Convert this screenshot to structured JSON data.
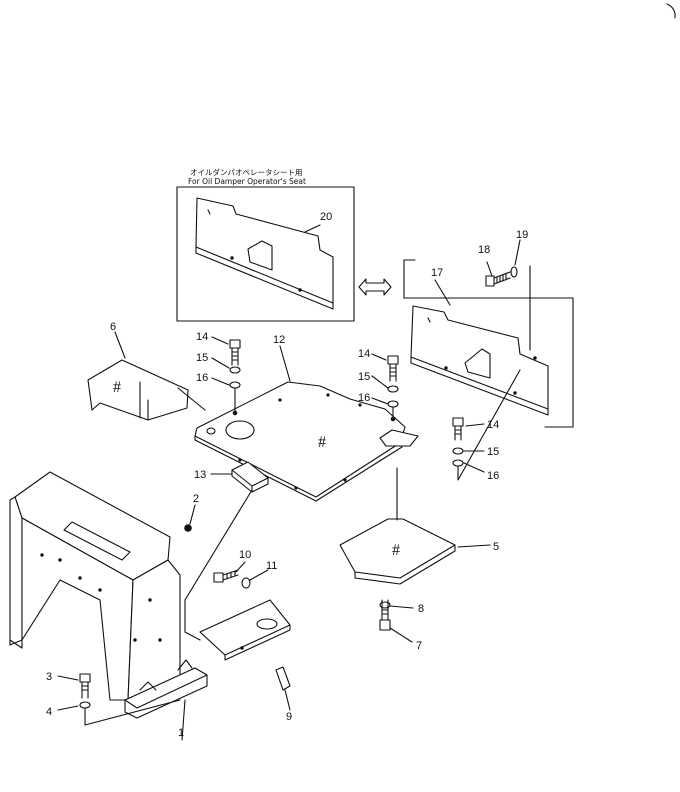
{
  "inset": {
    "caption_jp": "オイルダンパオペレータシート用",
    "caption_en": "For Oil Damper Operator's Seat"
  },
  "callouts": [
    "1",
    "2",
    "3",
    "4",
    "5",
    "6",
    "7",
    "8",
    "9",
    "10",
    "11",
    "12",
    "13",
    "14",
    "15",
    "16",
    "17",
    "18",
    "19",
    "20"
  ],
  "hash_marks": [
    "#",
    "#",
    "#"
  ]
}
